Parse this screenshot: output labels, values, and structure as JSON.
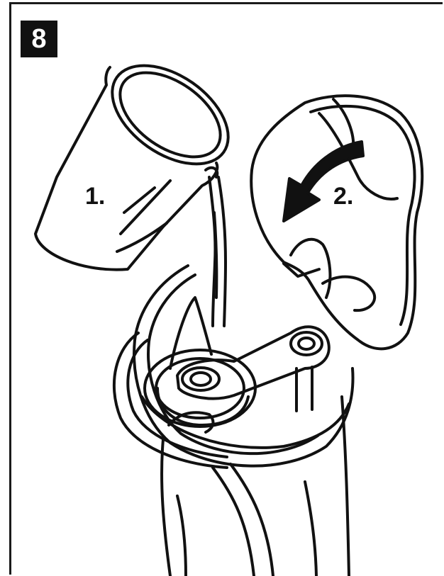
{
  "step": {
    "number": "8"
  },
  "labels": {
    "pour": "1.",
    "close_lid": "2."
  },
  "colors": {
    "line": "#111111",
    "background": "#ffffff",
    "badge": "#111111"
  },
  "icons": {
    "pour": "measuring-cup-icon",
    "arrow": "curved-arrow-icon"
  }
}
